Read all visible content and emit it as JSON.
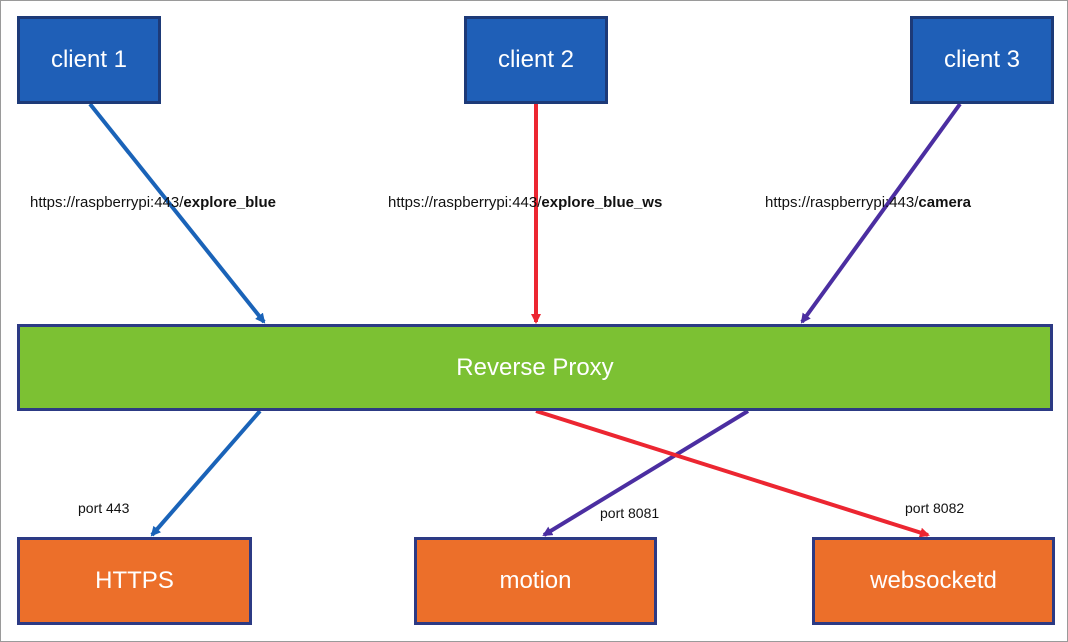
{
  "clients": [
    {
      "label": "client 1"
    },
    {
      "label": "client 2"
    },
    {
      "label": "client 3"
    }
  ],
  "urls": [
    {
      "prefix": "https://raspberrypi:443/",
      "path": "explore_blue"
    },
    {
      "prefix": "https://raspberrypi:443/",
      "path": "explore_blue_ws"
    },
    {
      "prefix": "https://raspberrypi:443/",
      "path": "camera"
    }
  ],
  "proxy": {
    "label": "Reverse Proxy"
  },
  "services": [
    {
      "label": "HTTPS"
    },
    {
      "label": "motion"
    },
    {
      "label": "websocketd"
    }
  ],
  "ports": [
    {
      "label": "port 443"
    },
    {
      "label": "port 8081"
    },
    {
      "label": "port 8082"
    }
  ],
  "colors": {
    "client_fill": "#1f5fb7",
    "proxy_fill": "#7cc133",
    "service_fill": "#ec6f2a",
    "edge_blue": "#1a63b8",
    "edge_red": "#ec2631",
    "edge_purple": "#4b2ea1"
  }
}
